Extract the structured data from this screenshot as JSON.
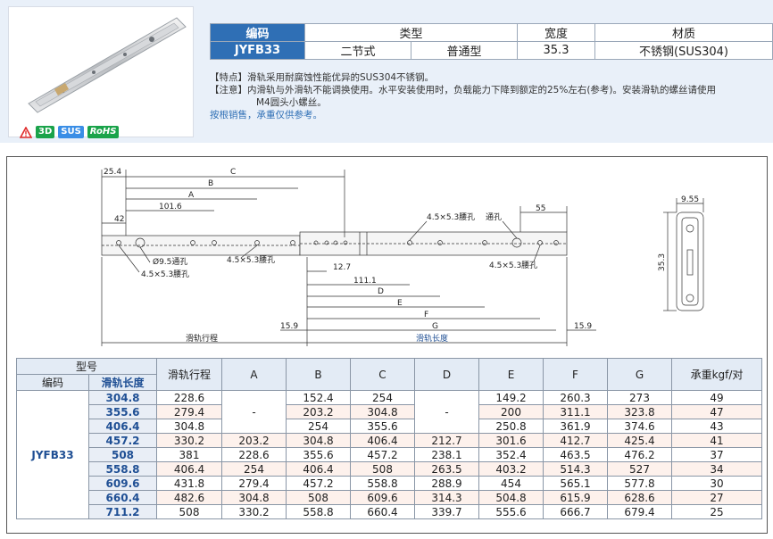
{
  "header": {
    "labels": {
      "code": "编码",
      "type": "类型",
      "width": "宽度",
      "material": "材质"
    },
    "values": {
      "code": "JYFB33",
      "type1": "二节式",
      "type2": "普通型",
      "width": "35.3",
      "material": "不锈钢(SUS304)"
    }
  },
  "badges": {
    "b3d": "3D",
    "sus": "SUS",
    "rohs": "RoHS"
  },
  "notes": {
    "feature": "【特点】滑轨采用耐腐蚀性能优异的SUS304不锈钢。",
    "caution1": "【注意】内滑轨与外滑轨不能调换使用。水平安装使用时，负载能力下降到额定的25%左右(参考)。安装滑轨的螺丝请使用",
    "caution2": "M4圆头小螺丝。",
    "sale": "按根销售，承重仅供参考。"
  },
  "drawing": {
    "dims": {
      "d25": "25.4",
      "C": "C",
      "B": "B",
      "A": "A",
      "d101": "101.6",
      "d42": "42",
      "d55": "55",
      "hole1": "4.5×5.3腰孔",
      "through": "通孔",
      "hole2": "4.5×5.3腰孔",
      "hole3": "4.5×5.3腰孔",
      "phi": "Ø9.5通孔",
      "hole4": "4.5×5.3腰孔",
      "d127": "12.7",
      "d111": "111.1",
      "D": "D",
      "E": "E",
      "F": "F",
      "G": "G",
      "d159a": "15.9",
      "d159b": "15.9",
      "stroke": "滑轨行程",
      "length": "滑轨长度",
      "d955": "9.55",
      "d353": "35.3"
    }
  },
  "table": {
    "h_model": "型号",
    "h_code": "编码",
    "h_len": "滑轨长度",
    "h_stroke": "滑轨行程",
    "h_A": "A",
    "h_B": "B",
    "h_C": "C",
    "h_D": "D",
    "h_E": "E",
    "h_F": "F",
    "h_G": "G",
    "h_load": "承重kgf/对",
    "code": "JYFB33",
    "dash1": "-",
    "dash2": "-",
    "rows": [
      {
        "len": "304.8",
        "stroke": "228.6",
        "A": "",
        "B": "152.4",
        "C": "254",
        "D": "",
        "E": "149.2",
        "F": "260.3",
        "G": "273",
        "load": "49"
      },
      {
        "len": "355.6",
        "stroke": "279.4",
        "A": "",
        "B": "203.2",
        "C": "304.8",
        "D": "",
        "E": "200",
        "F": "311.1",
        "G": "323.8",
        "load": "47"
      },
      {
        "len": "406.4",
        "stroke": "304.8",
        "A": "",
        "B": "254",
        "C": "355.6",
        "D": "",
        "E": "250.8",
        "F": "361.9",
        "G": "374.6",
        "load": "43"
      },
      {
        "len": "457.2",
        "stroke": "330.2",
        "A": "203.2",
        "B": "304.8",
        "C": "406.4",
        "D": "212.7",
        "E": "301.6",
        "F": "412.7",
        "G": "425.4",
        "load": "41"
      },
      {
        "len": "508",
        "stroke": "381",
        "A": "228.6",
        "B": "355.6",
        "C": "457.2",
        "D": "238.1",
        "E": "352.4",
        "F": "463.5",
        "G": "476.2",
        "load": "37"
      },
      {
        "len": "558.8",
        "stroke": "406.4",
        "A": "254",
        "B": "406.4",
        "C": "508",
        "D": "263.5",
        "E": "403.2",
        "F": "514.3",
        "G": "527",
        "load": "34"
      },
      {
        "len": "609.6",
        "stroke": "431.8",
        "A": "279.4",
        "B": "457.2",
        "C": "558.8",
        "D": "288.9",
        "E": "454",
        "F": "565.1",
        "G": "577.8",
        "load": "30"
      },
      {
        "len": "660.4",
        "stroke": "482.6",
        "A": "304.8",
        "B": "508",
        "C": "609.6",
        "D": "314.3",
        "E": "504.8",
        "F": "615.9",
        "G": "628.6",
        "load": "27"
      },
      {
        "len": "711.2",
        "stroke": "508",
        "A": "330.2",
        "B": "558.8",
        "C": "660.4",
        "D": "339.7",
        "E": "555.6",
        "F": "666.7",
        "G": "679.4",
        "load": "25"
      }
    ]
  }
}
